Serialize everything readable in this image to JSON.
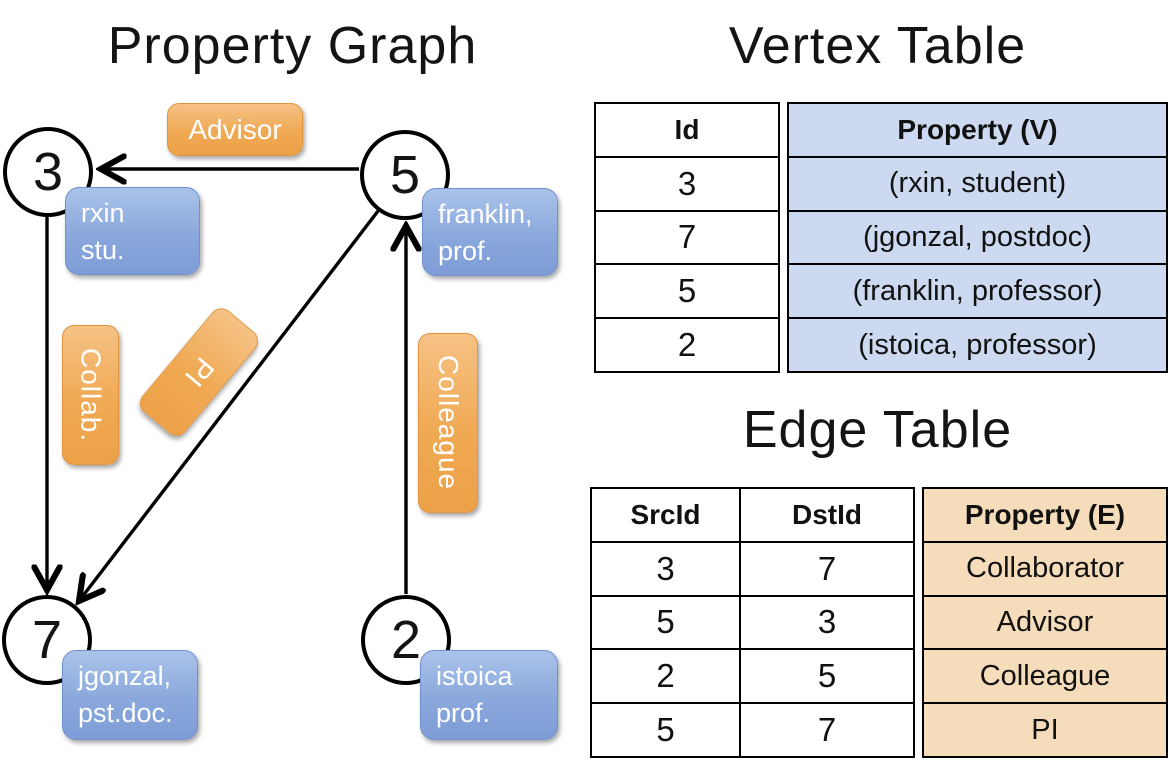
{
  "left_panel": {
    "title": "Property Graph"
  },
  "graph": {
    "nodes": [
      {
        "id": "3"
      },
      {
        "id": "5"
      },
      {
        "id": "7"
      },
      {
        "id": "2"
      }
    ],
    "vertex_boxes": [
      {
        "line1": "rxin",
        "line2": "stu."
      },
      {
        "line1": "franklin,",
        "line2": "prof."
      },
      {
        "line1": "jgonzal,",
        "line2": "pst.doc."
      },
      {
        "line1": "istoica",
        "line2": "prof."
      }
    ],
    "edge_labels": {
      "advisor": "Advisor",
      "collab": "Collab.",
      "pi": "PI",
      "colleague": "Colleague"
    }
  },
  "vertex_table": {
    "title": "Vertex Table",
    "id_header": "Id",
    "property_header": "Property (V)",
    "rows": [
      {
        "id": "3",
        "property": "(rxin, student)"
      },
      {
        "id": "7",
        "property": "(jgonzal, postdoc)"
      },
      {
        "id": "5",
        "property": "(franklin, professor)"
      },
      {
        "id": "2",
        "property": "(istoica, professor)"
      }
    ]
  },
  "edge_table": {
    "title": "Edge Table",
    "src_header": "SrcId",
    "dst_header": "DstId",
    "property_header": "Property (E)",
    "rows": [
      {
        "src": "3",
        "dst": "7",
        "property": "Collaborator"
      },
      {
        "src": "5",
        "dst": "3",
        "property": "Advisor"
      },
      {
        "src": "2",
        "dst": "5",
        "property": "Colleague"
      },
      {
        "src": "5",
        "dst": "7",
        "property": "PI"
      }
    ]
  },
  "colors": {
    "edge_label_orange": "#f0a953",
    "vertex_box_blue": "#8aa8dc",
    "vertex_table_fill": "#cdd9f0",
    "edge_table_fill": "#f5ddbc",
    "line_black": "#000000"
  }
}
